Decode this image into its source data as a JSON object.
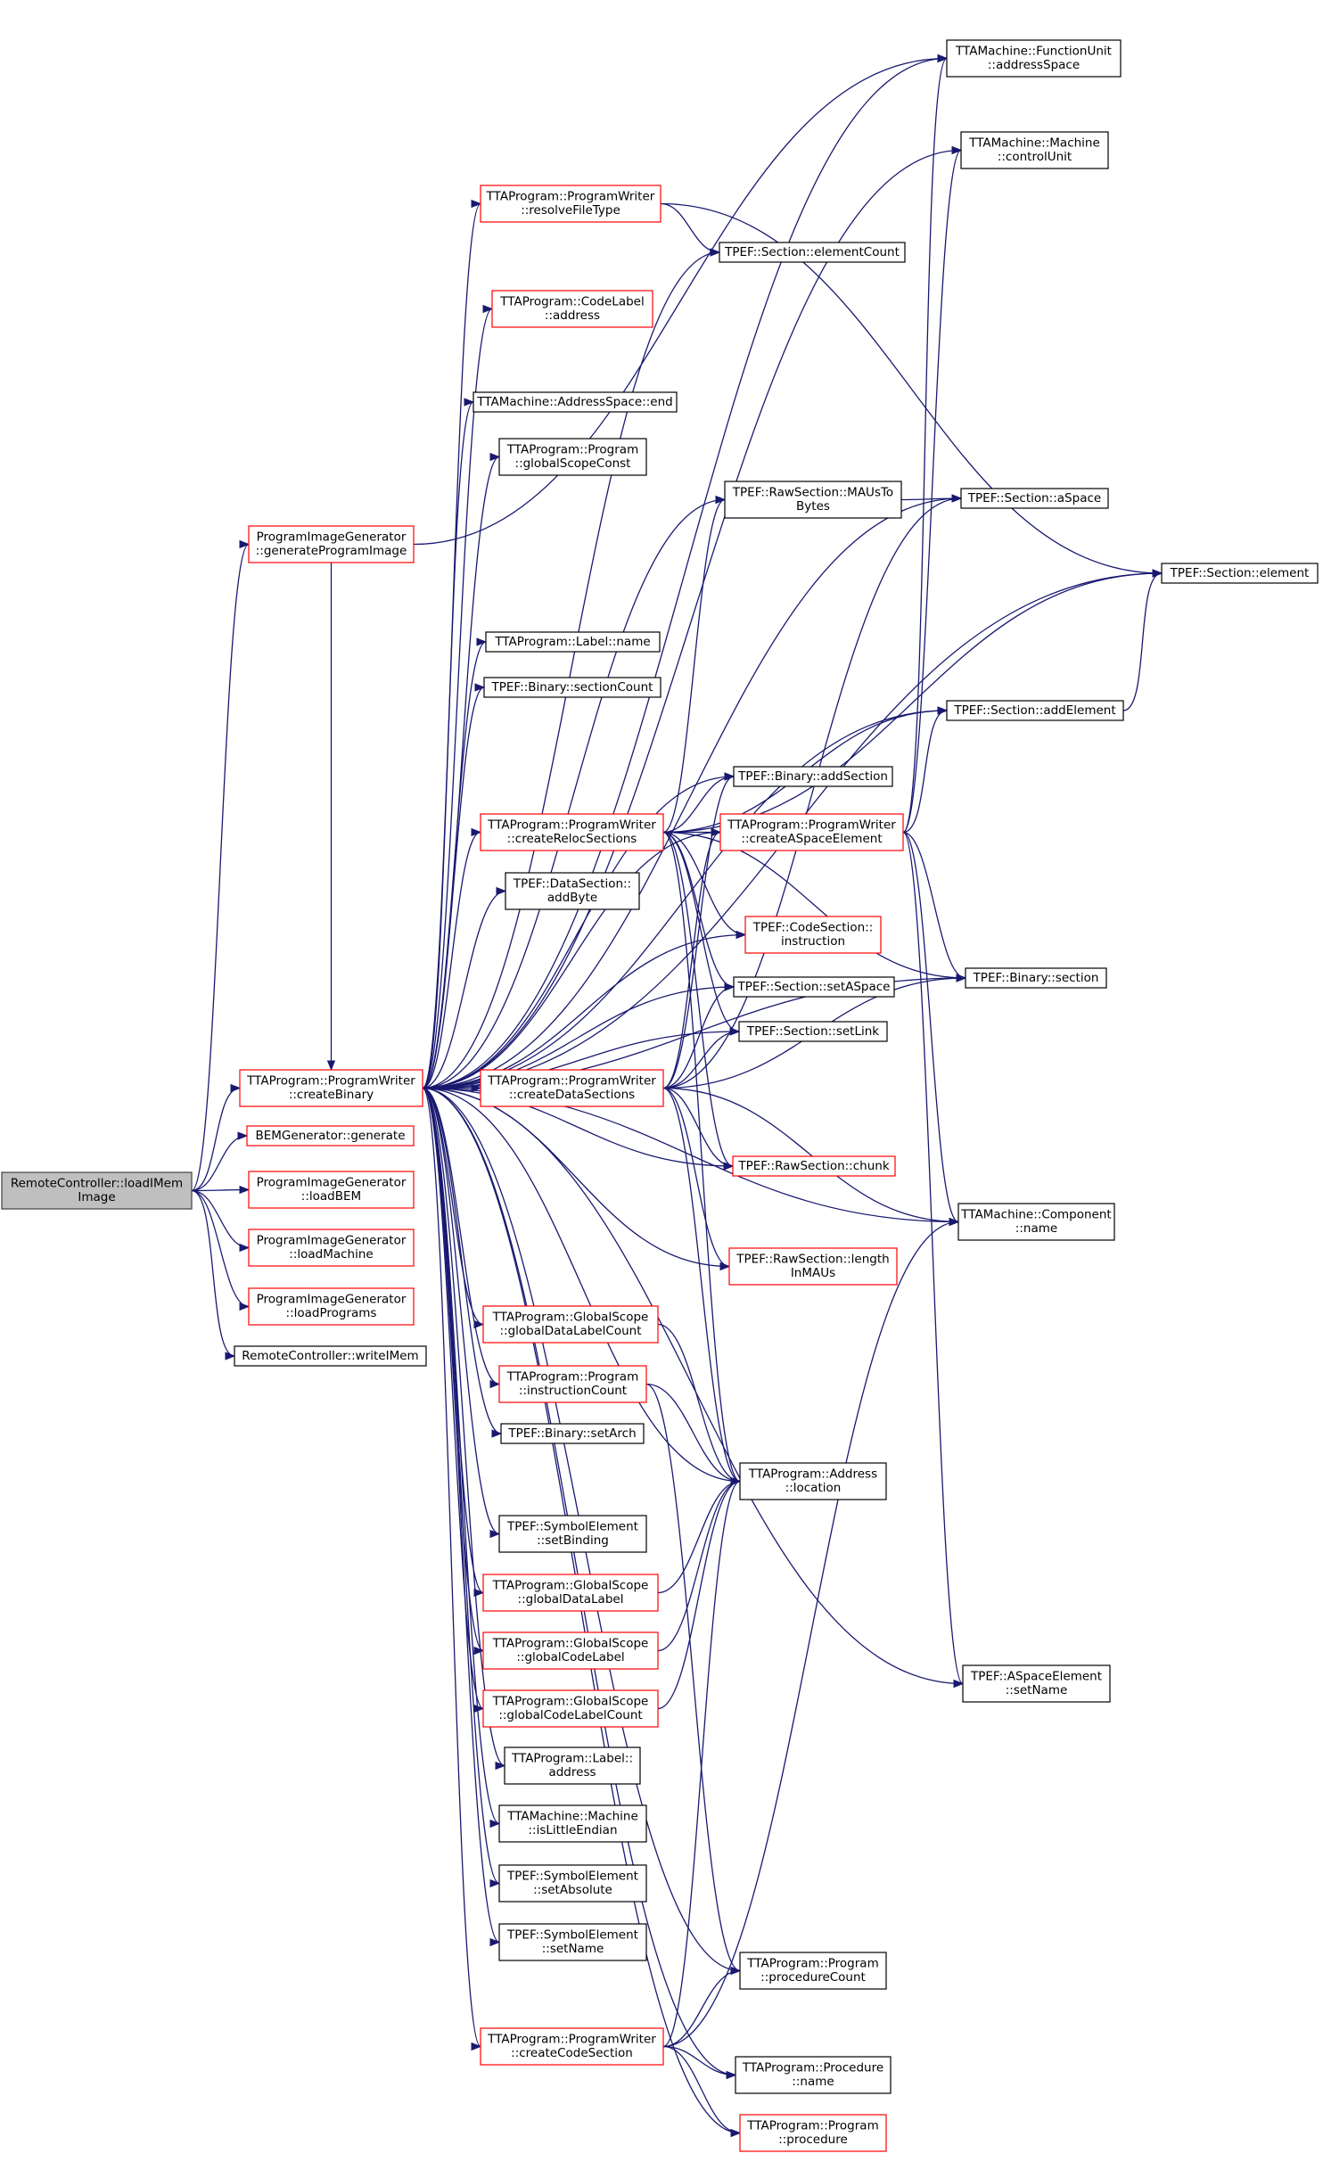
{
  "colors": {
    "edge": "#191970",
    "box_default": "#000000",
    "box_red": "#ff0000",
    "box_root_fill": "#bfbfbf",
    "box_fill": "#ffffff"
  },
  "nodes": [
    {
      "id": "root",
      "lines": [
        "RemoteController::loadIMem",
        "Image"
      ],
      "style": "root"
    },
    {
      "id": "pig_gen",
      "lines": [
        "ProgramImageGenerator",
        "::generateProgramImage"
      ],
      "style": "red"
    },
    {
      "id": "createBinary",
      "lines": [
        "TTAProgram::ProgramWriter",
        "::createBinary"
      ],
      "style": "red"
    },
    {
      "id": "bem_gen",
      "lines": [
        "BEMGenerator::generate"
      ],
      "style": "red"
    },
    {
      "id": "loadBEM",
      "lines": [
        "ProgramImageGenerator",
        "::loadBEM"
      ],
      "style": "red"
    },
    {
      "id": "loadMachine",
      "lines": [
        "ProgramImageGenerator",
        "::loadMachine"
      ],
      "style": "red"
    },
    {
      "id": "loadPrograms",
      "lines": [
        "ProgramImageGenerator",
        "::loadPrograms"
      ],
      "style": "red"
    },
    {
      "id": "writeIMem",
      "lines": [
        "RemoteController::writeIMem"
      ],
      "style": "black"
    },
    {
      "id": "resolveFileType",
      "lines": [
        "TTAProgram::ProgramWriter",
        "::resolveFileType"
      ],
      "style": "red"
    },
    {
      "id": "codeLabelAddr",
      "lines": [
        "TTAProgram::CodeLabel",
        "::address"
      ],
      "style": "red"
    },
    {
      "id": "asEnd",
      "lines": [
        "TTAMachine::AddressSpace::end"
      ],
      "style": "black"
    },
    {
      "id": "globalScopeConst",
      "lines": [
        "TTAProgram::Program",
        "::globalScopeConst"
      ],
      "style": "black"
    },
    {
      "id": "labelName",
      "lines": [
        "TTAProgram::Label::name"
      ],
      "style": "black"
    },
    {
      "id": "sectionCount",
      "lines": [
        "TPEF::Binary::sectionCount"
      ],
      "style": "black"
    },
    {
      "id": "createRelocSections",
      "lines": [
        "TTAProgram::ProgramWriter",
        "::createRelocSections"
      ],
      "style": "red"
    },
    {
      "id": "addByte",
      "lines": [
        "TPEF::DataSection::",
        "addByte"
      ],
      "style": "black"
    },
    {
      "id": "createDataSections",
      "lines": [
        "TTAProgram::ProgramWriter",
        "::createDataSections"
      ],
      "style": "red"
    },
    {
      "id": "globalDataLabelCount",
      "lines": [
        "TTAProgram::GlobalScope",
        "::globalDataLabelCount"
      ],
      "style": "red"
    },
    {
      "id": "instructionCount",
      "lines": [
        "TTAProgram::Program",
        "::instructionCount"
      ],
      "style": "red"
    },
    {
      "id": "setArch",
      "lines": [
        "TPEF::Binary::setArch"
      ],
      "style": "black"
    },
    {
      "id": "setBinding",
      "lines": [
        "TPEF::SymbolElement",
        "::setBinding"
      ],
      "style": "black"
    },
    {
      "id": "globalDataLabel",
      "lines": [
        "TTAProgram::GlobalScope",
        "::globalDataLabel"
      ],
      "style": "red"
    },
    {
      "id": "globalCodeLabel",
      "lines": [
        "TTAProgram::GlobalScope",
        "::globalCodeLabel"
      ],
      "style": "red"
    },
    {
      "id": "globalCodeLabelCount",
      "lines": [
        "TTAProgram::GlobalScope",
        "::globalCodeLabelCount"
      ],
      "style": "red"
    },
    {
      "id": "labelAddress",
      "lines": [
        "TTAProgram::Label::",
        "address"
      ],
      "style": "black"
    },
    {
      "id": "isLittleEndian",
      "lines": [
        "TTAMachine::Machine",
        "::isLittleEndian"
      ],
      "style": "black"
    },
    {
      "id": "setAbsolute",
      "lines": [
        "TPEF::SymbolElement",
        "::setAbsolute"
      ],
      "style": "black"
    },
    {
      "id": "symSetName",
      "lines": [
        "TPEF::SymbolElement",
        "::setName"
      ],
      "style": "black"
    },
    {
      "id": "createCodeSection",
      "lines": [
        "TTAProgram::ProgramWriter",
        "::createCodeSection"
      ],
      "style": "red"
    },
    {
      "id": "elementCount",
      "lines": [
        "TPEF::Section::elementCount"
      ],
      "style": "black"
    },
    {
      "id": "mausToBytes",
      "lines": [
        "TPEF::RawSection::MAUsTo",
        "Bytes"
      ],
      "style": "black"
    },
    {
      "id": "addSection",
      "lines": [
        "TPEF::Binary::addSection"
      ],
      "style": "black"
    },
    {
      "id": "createASpaceElement",
      "lines": [
        "TTAProgram::ProgramWriter",
        "::createASpaceElement"
      ],
      "style": "red"
    },
    {
      "id": "csInstruction",
      "lines": [
        "TPEF::CodeSection::",
        "instruction"
      ],
      "style": "red"
    },
    {
      "id": "setASpace",
      "lines": [
        "TPEF::Section::setASpace"
      ],
      "style": "black"
    },
    {
      "id": "setLink",
      "lines": [
        "TPEF::Section::setLink"
      ],
      "style": "black"
    },
    {
      "id": "chunk",
      "lines": [
        "TPEF::RawSection::chunk"
      ],
      "style": "red"
    },
    {
      "id": "lengthInMAUs",
      "lines": [
        "TPEF::RawSection::length",
        "InMAUs"
      ],
      "style": "red"
    },
    {
      "id": "addrLocation",
      "lines": [
        "TTAProgram::Address",
        "::location"
      ],
      "style": "black"
    },
    {
      "id": "procedureCount",
      "lines": [
        "TTAProgram::Program",
        "::procedureCount"
      ],
      "style": "black"
    },
    {
      "id": "procName",
      "lines": [
        "TTAProgram::Procedure",
        "::name"
      ],
      "style": "black"
    },
    {
      "id": "programProcedure",
      "lines": [
        "TTAProgram::Program",
        "::procedure"
      ],
      "style": "red"
    },
    {
      "id": "fuAddressSpace",
      "lines": [
        "TTAMachine::FunctionUnit",
        "::addressSpace"
      ],
      "style": "black"
    },
    {
      "id": "controlUnit",
      "lines": [
        "TTAMachine::Machine",
        "::controlUnit"
      ],
      "style": "black"
    },
    {
      "id": "sectionASpace",
      "lines": [
        "TPEF::Section::aSpace"
      ],
      "style": "black"
    },
    {
      "id": "sectionElement",
      "lines": [
        "TPEF::Section::element"
      ],
      "style": "black"
    },
    {
      "id": "addElement",
      "lines": [
        "TPEF::Section::addElement"
      ],
      "style": "black"
    },
    {
      "id": "binarySection",
      "lines": [
        "TPEF::Binary::section"
      ],
      "style": "black"
    },
    {
      "id": "componentName",
      "lines": [
        "TTAMachine::Component",
        "::name"
      ],
      "style": "black"
    },
    {
      "id": "aspaceSetName",
      "lines": [
        "TPEF::ASpaceElement",
        "::setName"
      ],
      "style": "black"
    }
  ],
  "edges": [
    [
      "root",
      "pig_gen"
    ],
    [
      "root",
      "createBinary"
    ],
    [
      "root",
      "bem_gen"
    ],
    [
      "root",
      "loadBEM"
    ],
    [
      "root",
      "loadMachine"
    ],
    [
      "root",
      "loadPrograms"
    ],
    [
      "root",
      "writeIMem"
    ],
    [
      "pig_gen",
      "fuAddressSpace"
    ],
    [
      "pig_gen",
      "createBinary"
    ],
    [
      "createBinary",
      "fuAddressSpace"
    ],
    [
      "createBinary",
      "controlUnit"
    ],
    [
      "createBinary",
      "resolveFileType"
    ],
    [
      "createBinary",
      "elementCount"
    ],
    [
      "createBinary",
      "codeLabelAddr"
    ],
    [
      "createBinary",
      "asEnd"
    ],
    [
      "createBinary",
      "sectionASpace"
    ],
    [
      "createBinary",
      "globalScopeConst"
    ],
    [
      "createBinary",
      "mausToBytes"
    ],
    [
      "createBinary",
      "sectionElement"
    ],
    [
      "createBinary",
      "labelName"
    ],
    [
      "createBinary",
      "sectionCount"
    ],
    [
      "createBinary",
      "addSection"
    ],
    [
      "createBinary",
      "addElement"
    ],
    [
      "createBinary",
      "createRelocSections"
    ],
    [
      "createBinary",
      "createASpaceElement"
    ],
    [
      "createBinary",
      "addByte"
    ],
    [
      "createBinary",
      "csInstruction"
    ],
    [
      "createBinary",
      "setASpace"
    ],
    [
      "createBinary",
      "setLink"
    ],
    [
      "createBinary",
      "createDataSections"
    ],
    [
      "createBinary",
      "chunk"
    ],
    [
      "createBinary",
      "binarySection"
    ],
    [
      "createBinary",
      "lengthInMAUs"
    ],
    [
      "createBinary",
      "componentName"
    ],
    [
      "createBinary",
      "globalDataLabelCount"
    ],
    [
      "createBinary",
      "instructionCount"
    ],
    [
      "createBinary",
      "setArch"
    ],
    [
      "createBinary",
      "addrLocation"
    ],
    [
      "createBinary",
      "setBinding"
    ],
    [
      "createBinary",
      "globalDataLabel"
    ],
    [
      "createBinary",
      "globalCodeLabel"
    ],
    [
      "createBinary",
      "globalCodeLabelCount"
    ],
    [
      "createBinary",
      "labelAddress"
    ],
    [
      "createBinary",
      "isLittleEndian"
    ],
    [
      "createBinary",
      "setAbsolute"
    ],
    [
      "createBinary",
      "symSetName"
    ],
    [
      "createBinary",
      "procedureCount"
    ],
    [
      "createBinary",
      "createCodeSection"
    ],
    [
      "createBinary",
      "procName"
    ],
    [
      "createBinary",
      "programProcedure"
    ],
    [
      "createBinary",
      "aspaceSetName"
    ],
    [
      "resolveFileType",
      "elementCount"
    ],
    [
      "resolveFileType",
      "sectionElement"
    ],
    [
      "mausToBytes",
      "sectionASpace"
    ],
    [
      "createRelocSections",
      "addSection"
    ],
    [
      "createRelocSections",
      "createASpaceElement"
    ],
    [
      "createRelocSections",
      "addElement"
    ],
    [
      "createRelocSections",
      "sectionElement"
    ],
    [
      "createRelocSections",
      "mausToBytes"
    ],
    [
      "createRelocSections",
      "csInstruction"
    ],
    [
      "createRelocSections",
      "setASpace"
    ],
    [
      "createRelocSections",
      "setLink"
    ],
    [
      "createRelocSections",
      "chunk"
    ],
    [
      "createRelocSections",
      "binarySection"
    ],
    [
      "createRelocSections",
      "addrLocation"
    ],
    [
      "createDataSections",
      "addSection"
    ],
    [
      "createDataSections",
      "createASpaceElement"
    ],
    [
      "createDataSections",
      "setASpace"
    ],
    [
      "createDataSections",
      "setLink"
    ],
    [
      "createDataSections",
      "chunk"
    ],
    [
      "createDataSections",
      "lengthInMAUs"
    ],
    [
      "createDataSections",
      "binarySection"
    ],
    [
      "createDataSections",
      "componentName"
    ],
    [
      "createDataSections",
      "addrLocation"
    ],
    [
      "createDataSections",
      "sectionASpace"
    ],
    [
      "createASpaceElement",
      "addElement"
    ],
    [
      "createASpaceElement",
      "binarySection"
    ],
    [
      "createASpaceElement",
      "componentName"
    ],
    [
      "createASpaceElement",
      "aspaceSetName"
    ],
    [
      "createASpaceElement",
      "fuAddressSpace"
    ],
    [
      "createASpaceElement",
      "controlUnit"
    ],
    [
      "addElement",
      "sectionElement"
    ],
    [
      "globalDataLabelCount",
      "addrLocation"
    ],
    [
      "instructionCount",
      "addrLocation"
    ],
    [
      "instructionCount",
      "procedureCount"
    ],
    [
      "globalDataLabel",
      "addrLocation"
    ],
    [
      "globalCodeLabel",
      "addrLocation"
    ],
    [
      "globalCodeLabelCount",
      "addrLocation"
    ],
    [
      "createCodeSection",
      "procedureCount"
    ],
    [
      "createCodeSection",
      "procName"
    ],
    [
      "createCodeSection",
      "programProcedure"
    ],
    [
      "createCodeSection",
      "componentName"
    ],
    [
      "createCodeSection",
      "addrLocation"
    ]
  ]
}
